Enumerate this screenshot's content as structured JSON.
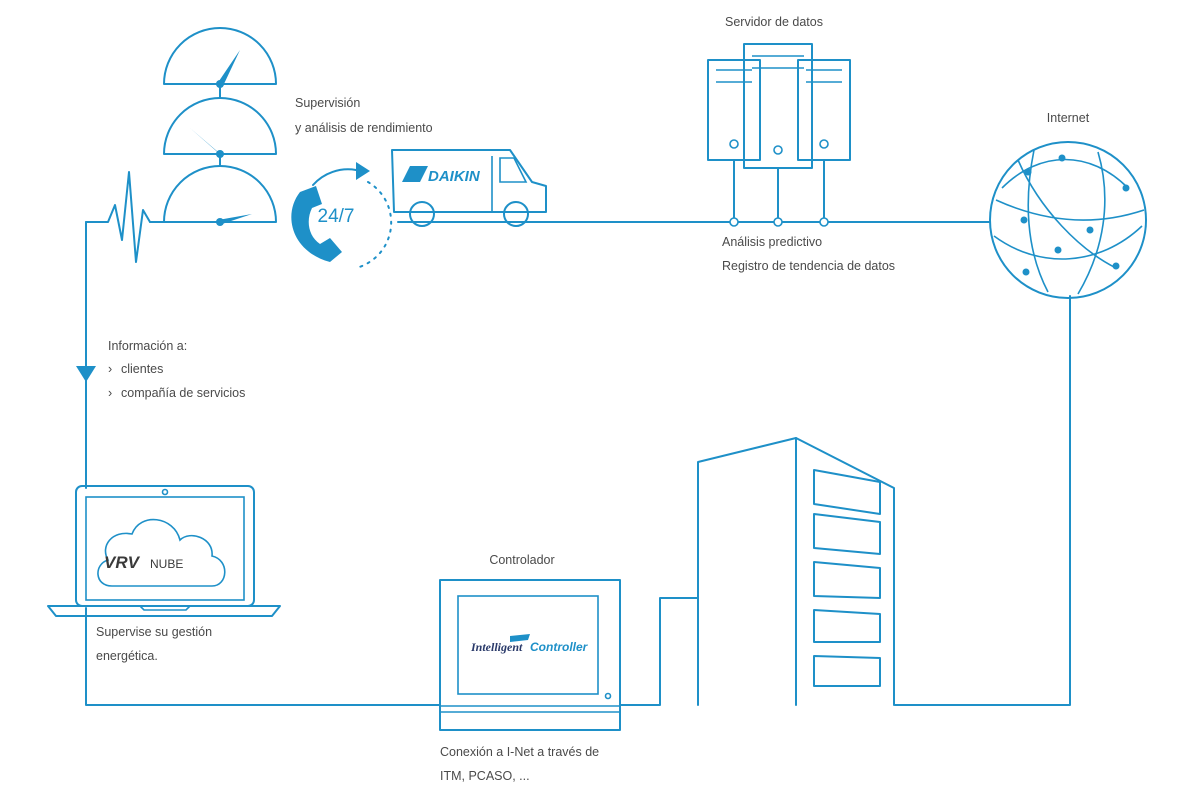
{
  "labels": {
    "monitoring": [
      "Supervisión",
      "y análisis de rendimiento"
    ],
    "data_server": "Servidor de datos",
    "predictive": [
      "Análisis predictivo",
      "Registro de tendencia de datos"
    ],
    "internet": "Internet",
    "info_title": "Información a:",
    "info_items": [
      "clientes",
      "compañía de servicios"
    ],
    "supervise": [
      "Supervise su gestión",
      "energética."
    ],
    "controller": "Controlador",
    "connection": [
      "Conexión a I-Net a través de",
      "ITM, PCASO, ..."
    ]
  },
  "icons": {
    "support_badge": "24/7",
    "van_brand": "DAIKIN",
    "cloud_brand": "VRV",
    "cloud_suffix": "NUBE",
    "controller_brand_a": "Intelligent",
    "controller_brand_b": "Controller",
    "bullet": "›"
  },
  "colors": {
    "accent": "#1e90c8",
    "text": "#4a4a4a"
  }
}
